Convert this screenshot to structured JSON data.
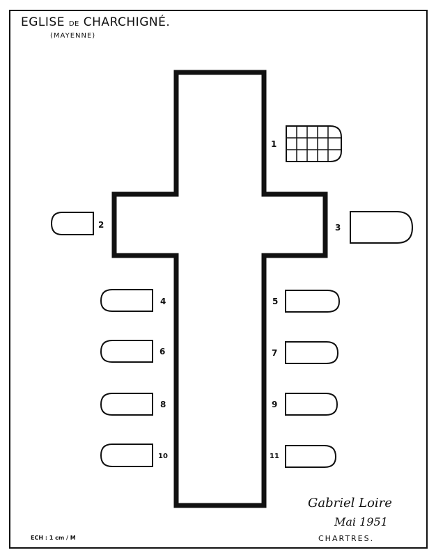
{
  "header": {
    "title_part1": "EGLISE",
    "title_part2": "DE",
    "title_part3": "CHARCHIGNÉ.",
    "subtitle": "(MAYENNE)"
  },
  "chapels": [
    {
      "number": "1"
    },
    {
      "number": "2"
    },
    {
      "number": "3"
    },
    {
      "number": "4"
    },
    {
      "number": "5"
    },
    {
      "number": "6"
    },
    {
      "number": "7"
    },
    {
      "number": "8"
    },
    {
      "number": "9"
    },
    {
      "number": "10"
    },
    {
      "number": "11"
    }
  ],
  "footer": {
    "scale": "ECH : 1 cm / M",
    "signature": "Gabriel Loire",
    "date": "Mai 1951",
    "city": "CHARTRES."
  },
  "colors": {
    "ink": "#111111",
    "paper": "#ffffff"
  }
}
